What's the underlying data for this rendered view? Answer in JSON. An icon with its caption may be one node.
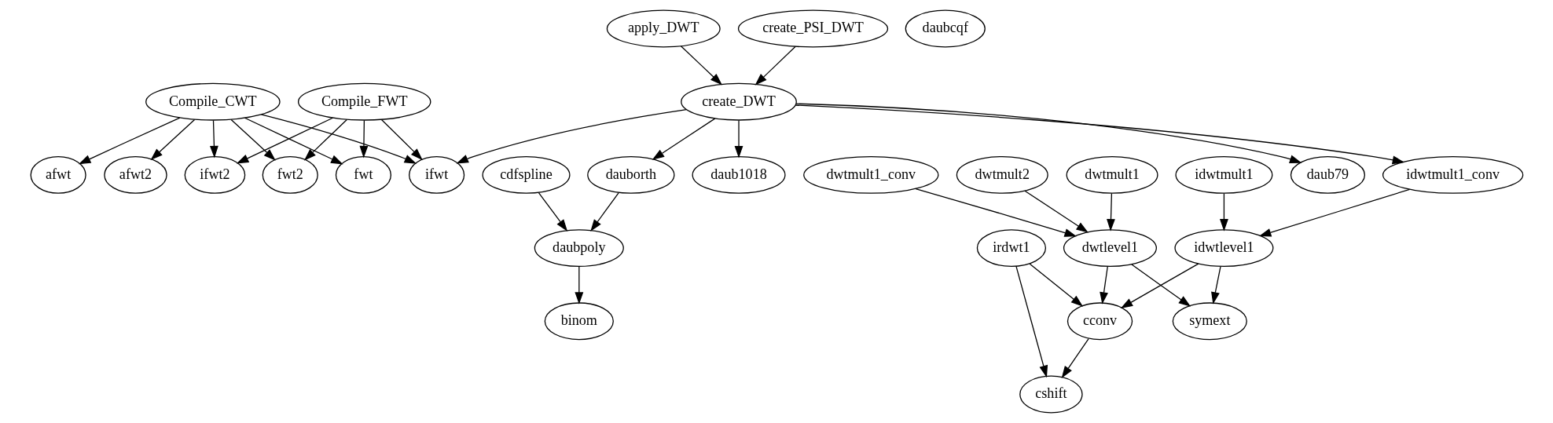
{
  "diagram": {
    "nodes": [
      {
        "text": [
          "apply_DWT"
        ]
      },
      {
        "text": [
          "create_PSI_DWT"
        ]
      },
      {
        "text": [
          "daubcqf"
        ]
      },
      {
        "text": [
          "Compile_CWT"
        ]
      },
      {
        "text": [
          "Compile_FWT"
        ]
      },
      {
        "text": [
          "create_DWT"
        ]
      },
      {
        "text": [
          "afwt2"
        ]
      },
      {
        "text": [
          "afwt"
        ]
      },
      {
        "text": [
          "ifwt2"
        ]
      },
      {
        "text": [
          "fwt2"
        ]
      },
      {
        "text": [
          "fwt"
        ]
      },
      {
        "text": [
          "ifwt"
        ]
      },
      {
        "text": [
          "cdfspline"
        ]
      },
      {
        "text": [
          "dauborth"
        ]
      },
      {
        "text": [
          "dwtmult2"
        ]
      },
      {
        "text": [
          "dwtmult1"
        ]
      },
      {
        "text": [
          "dwtmult1_conv"
        ]
      },
      {
        "text": [
          "idwtmult1_conv"
        ]
      },
      {
        "text": [
          "idwtmult1"
        ]
      },
      {
        "text": [
          "daub1018"
        ]
      },
      {
        "text": [
          "daub79"
        ]
      },
      {
        "text": [
          "daubpoly"
        ]
      },
      {
        "text": [
          "irdwt1"
        ]
      },
      {
        "text": [
          "dwtlevel1"
        ]
      },
      {
        "text": [
          "idwtlevel1"
        ]
      },
      {
        "text": [
          "binom"
        ]
      },
      {
        "text": [
          "cconv"
        ]
      },
      {
        "text": [
          "symext"
        ]
      },
      {
        "text": [
          "cshift"
        ]
      }
    ],
    "edges": [
      {
        "from": 0,
        "to": 5,
        "arrow": "to"
      },
      {
        "from": 1,
        "to": 5,
        "arrow": "to"
      },
      {
        "from": 3,
        "to": 6,
        "arrow": "to"
      },
      {
        "from": 3,
        "to": 7,
        "arrow": "to"
      },
      {
        "from": 3,
        "to": 8,
        "arrow": "to"
      },
      {
        "from": 3,
        "to": 9,
        "arrow": "to"
      },
      {
        "from": 3,
        "to": 10,
        "arrow": "to"
      },
      {
        "from": 3,
        "to": 11,
        "arrow": "to"
      },
      {
        "from": 4,
        "to": 8,
        "arrow": "to"
      },
      {
        "from": 4,
        "to": 9,
        "arrow": "to"
      },
      {
        "from": 4,
        "to": 10,
        "arrow": "to"
      },
      {
        "from": 4,
        "to": 11,
        "arrow": "to"
      },
      {
        "from": 5,
        "to": 11,
        "arrow": "to"
      },
      {
        "from": 5,
        "to": 13,
        "arrow": "to"
      },
      {
        "from": 5,
        "to": 17,
        "arrow": "to"
      },
      {
        "from": 5,
        "to": 19,
        "arrow": "to"
      },
      {
        "from": 5,
        "to": 20,
        "arrow": "to"
      },
      {
        "from": 12,
        "to": 21,
        "arrow": "to"
      },
      {
        "from": 13,
        "to": 21,
        "arrow": "to"
      },
      {
        "from": 21,
        "to": 25,
        "arrow": "to"
      },
      {
        "from": 14,
        "to": 23,
        "arrow": "to"
      },
      {
        "from": 15,
        "to": 23,
        "arrow": "to"
      },
      {
        "from": 16,
        "to": 23,
        "arrow": "to"
      },
      {
        "from": 17,
        "to": 24,
        "arrow": "to"
      },
      {
        "from": 18,
        "to": 24,
        "arrow": "to"
      },
      {
        "from": 22,
        "to": 26,
        "arrow": "to"
      },
      {
        "from": 22,
        "to": 28,
        "arrow": "to"
      },
      {
        "from": 23,
        "to": 26,
        "arrow": "to"
      },
      {
        "from": 23,
        "to": 27,
        "arrow": "to"
      },
      {
        "from": 24,
        "to": 26,
        "arrow": "to"
      },
      {
        "from": 24,
        "to": 27,
        "arrow": "to"
      },
      {
        "from": 26,
        "to": 28,
        "arrow": "to"
      }
    ]
  }
}
